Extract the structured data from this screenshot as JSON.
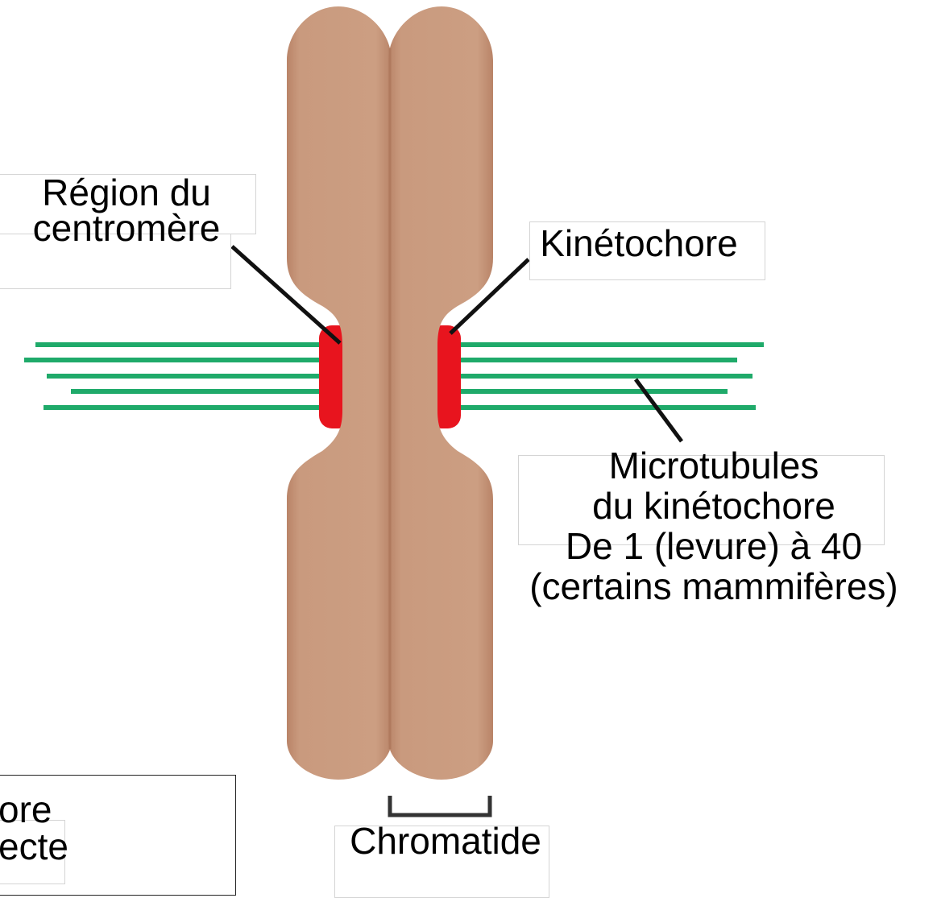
{
  "labels": {
    "centromere": [
      "Région du",
      "centromère"
    ],
    "kinetochore": "Kinétochore",
    "microtubules": [
      "Microtubules",
      "du kinétochore",
      "De 1 (levure) à 40",
      "(certains mammifères)"
    ],
    "chromatid": "Chromatide",
    "cropped": [
      "ore",
      "ecte"
    ]
  },
  "colors": {
    "chromatid": "#c99a7e",
    "chromatid_shadow": "#b07a5e",
    "kinetochore": "#e8141e",
    "microtubule": "#1faa6a",
    "pointer": "#111111"
  }
}
